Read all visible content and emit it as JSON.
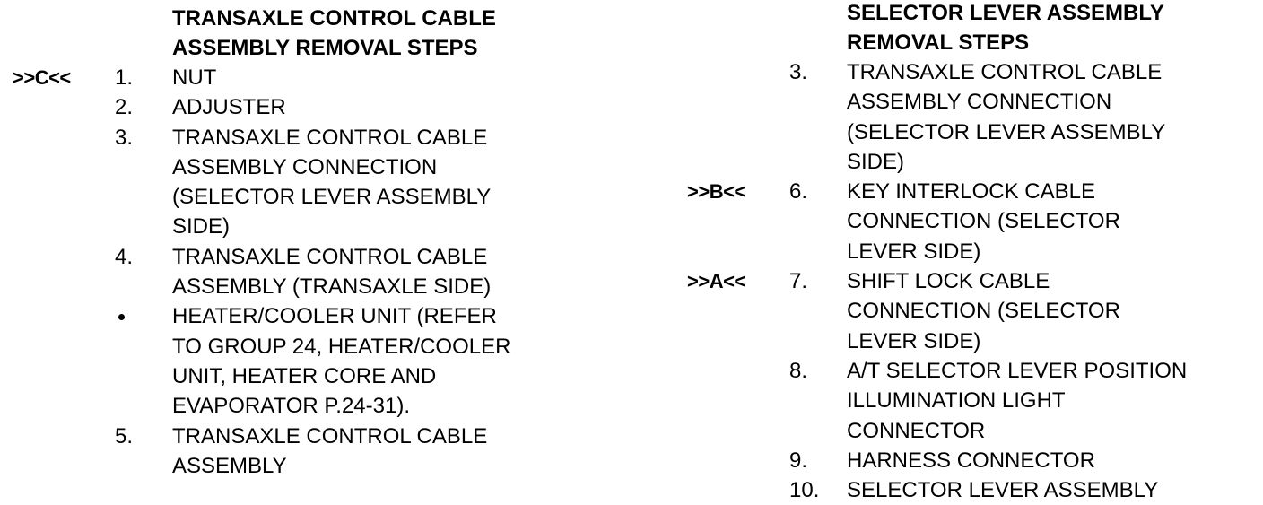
{
  "left_column": {
    "title": "TRANSAXLE CONTROL CABLE\nASSEMBLY REMOVAL STEPS",
    "steps": [
      {
        "code": ">>C<<",
        "num": "1.",
        "text": "NUT"
      },
      {
        "code": "",
        "num": "2.",
        "text": "ADJUSTER"
      },
      {
        "code": "",
        "num": "3.",
        "text": "TRANSAXLE CONTROL CABLE\nASSEMBLY CONNECTION\n(SELECTOR LEVER ASSEMBLY\nSIDE)"
      },
      {
        "code": "",
        "num": "4.",
        "text": "TRANSAXLE CONTROL CABLE\nASSEMBLY (TRANSAXLE SIDE)"
      },
      {
        "code": "",
        "num": "",
        "text": "HEATER/COOLER UNIT (REFER\nTO GROUP 24, HEATER/COOLER\nUNIT, HEATER CORE AND\nEVAPORATOR P.24-31)."
      },
      {
        "code": "",
        "num": "5.",
        "text": "TRANSAXLE CONTROL CABLE\nASSEMBLY"
      }
    ]
  },
  "right_column": {
    "title": "SELECTOR LEVER ASSEMBLY\nREMOVAL STEPS",
    "steps": [
      {
        "code": "",
        "num": "3.",
        "text": "TRANSAXLE CONTROL CABLE\nASSEMBLY CONNECTION\n(SELECTOR LEVER ASSEMBLY\nSIDE)"
      },
      {
        "code": ">>B<<",
        "num": "6.",
        "text": "KEY INTERLOCK CABLE\nCONNECTION (SELECTOR\nLEVER SIDE)"
      },
      {
        "code": ">>A<<",
        "num": "7.",
        "text": "SHIFT LOCK CABLE\nCONNECTION (SELECTOR\nLEVER SIDE)"
      },
      {
        "code": "",
        "num": "8.",
        "text": "A/T SELECTOR LEVER POSITION\nILLUMINATION LIGHT\nCONNECTOR"
      },
      {
        "code": "",
        "num": "9.",
        "text": "HARNESS CONNECTOR"
      },
      {
        "code": "",
        "num": "10.",
        "text": "SELECTOR LEVER ASSEMBLY"
      }
    ]
  }
}
